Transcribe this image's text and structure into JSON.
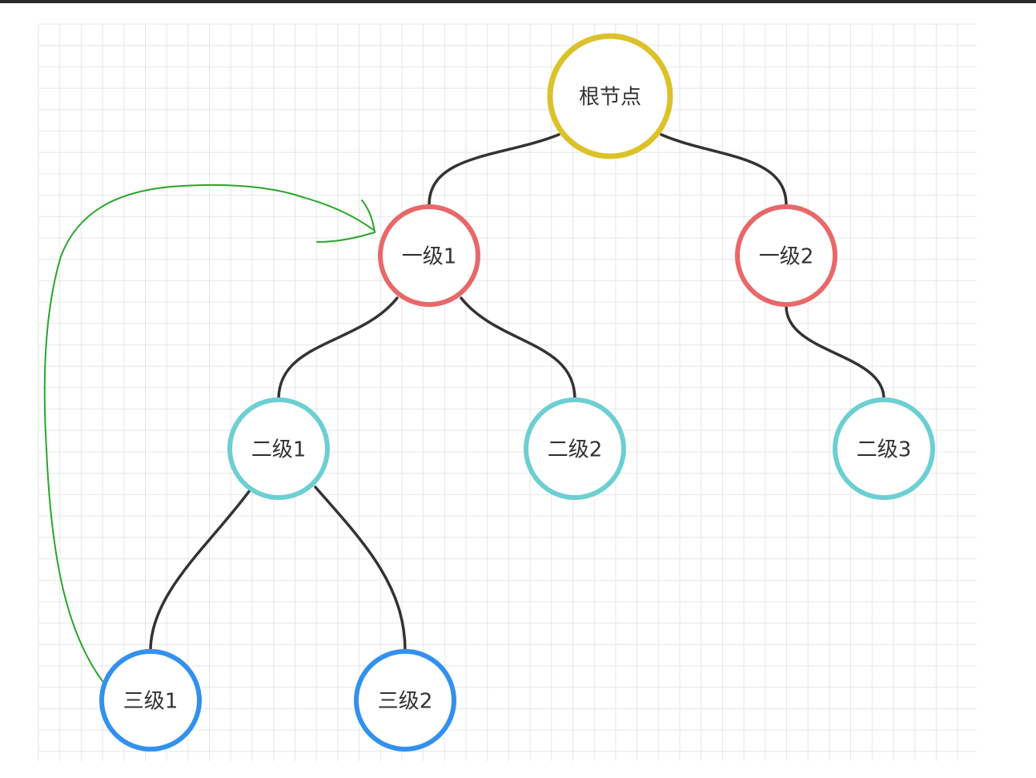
{
  "diagram": {
    "nodes": [
      {
        "id": "root",
        "label": "根节点",
        "color": "#dcc22a"
      },
      {
        "id": "l1a",
        "label": "一级1",
        "color": "#e8686a"
      },
      {
        "id": "l1b",
        "label": "一级2",
        "color": "#e8686a"
      },
      {
        "id": "l2a",
        "label": "二级1",
        "color": "#6ccfd2"
      },
      {
        "id": "l2b",
        "label": "二级2",
        "color": "#6ccfd2"
      },
      {
        "id": "l2c",
        "label": "二级3",
        "color": "#6ccfd2"
      },
      {
        "id": "l3a",
        "label": "三级1",
        "color": "#3391ee"
      },
      {
        "id": "l3b",
        "label": "三级2",
        "color": "#3391ee"
      }
    ],
    "edges": [
      {
        "from": "root",
        "to": "l1a"
      },
      {
        "from": "root",
        "to": "l1b"
      },
      {
        "from": "l1a",
        "to": "l2a"
      },
      {
        "from": "l1a",
        "to": "l2b"
      },
      {
        "from": "l1b",
        "to": "l2c"
      },
      {
        "from": "l2a",
        "to": "l3a"
      },
      {
        "from": "l2a",
        "to": "l3b"
      }
    ],
    "annotation": {
      "from": "l3a",
      "to": "l1a",
      "color": "#2aa62a"
    },
    "edge_color": "#333333",
    "grid_color": "#e6e6e6"
  }
}
